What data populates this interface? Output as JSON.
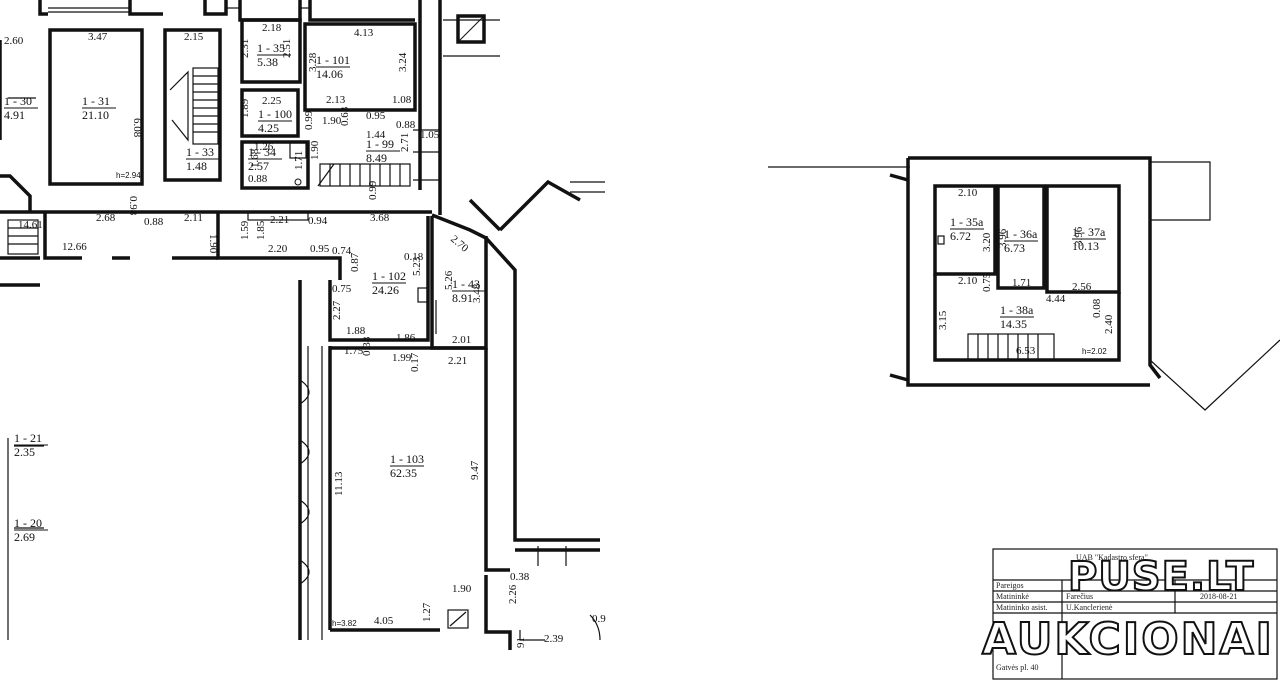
{
  "plan_left": {
    "rooms": [
      {
        "id": "1 - 31",
        "area": "21.10"
      },
      {
        "id": "1 - 30",
        "area": "4.91"
      },
      {
        "id": "1 - 35",
        "area": "5.38"
      },
      {
        "id": "1 - 101",
        "area": "14.06"
      },
      {
        "id": "1 - 100",
        "area": "4.25"
      },
      {
        "id": "1 - 33",
        "area": "1.48"
      },
      {
        "id": "1 - 34",
        "area": "2.57"
      },
      {
        "id": "1 - 99",
        "area": "8.49"
      },
      {
        "id": "1 - 102",
        "area": "24.26"
      },
      {
        "id": "1 - 43",
        "area": "8.91"
      },
      {
        "id": "1 - 103",
        "area": "62.35"
      },
      {
        "id": "1 - 21",
        "area": "2.35"
      },
      {
        "id": "1 - 20",
        "area": "2.69"
      }
    ],
    "dims": [
      "2.60",
      "3.47",
      "2.15",
      "2.18",
      "4.13",
      "6.08",
      "2.31",
      "2.51",
      "3.28",
      "3.24",
      "2.13",
      "1.08",
      "2.25",
      "1.89",
      "0.99",
      "1.90",
      "0.63",
      "0.95",
      "1.44",
      "0.88",
      "1.05",
      "2.71",
      "1.26",
      "1.68",
      "1.71",
      "0.88",
      "1.90",
      "h=2.94",
      "0.99",
      "14.61",
      "2.68",
      "0.88",
      "2.11",
      "0.98",
      "0.94",
      "3.68",
      "12.66",
      "1.90",
      "1.59",
      "1.85",
      "2.21",
      "2.20",
      "0.95",
      "0.74",
      "0.18",
      "2.70",
      "0.87",
      "5.23",
      "5.26",
      "3.48",
      "0.75",
      "2.27",
      "1.88",
      "1.86",
      "2.01",
      "1.75",
      "0.38",
      "1.99",
      "2.21",
      "0.17",
      "11.13",
      "9.47",
      "1.90",
      "0.38",
      "2.26",
      "h=3.82",
      "4.05",
      "1.27",
      "2.39",
      "0.9",
      "91"
    ]
  },
  "plan_right": {
    "rooms": [
      {
        "id": "1 - 35a",
        "area": "6.72"
      },
      {
        "id": "1 - 36a",
        "area": "6.73"
      },
      {
        "id": "1 - 37a",
        "area": "10.13"
      },
      {
        "id": "1 - 38a",
        "area": "14.35"
      }
    ],
    "dims": [
      "2.10",
      "3.20",
      "3.96",
      "3.96",
      "2.10",
      "0.75",
      "1.71",
      "2.56",
      "4.44",
      "3.15",
      "0.08",
      "2.40",
      "6.53",
      "h=2.02"
    ]
  },
  "title_block": {
    "company": "UAB \"Kadastro sfera\"",
    "row1_label": "Pareigos",
    "row2_label": "Matininkė",
    "row2_value": "Farečius",
    "row3_label": "Matininko asist.",
    "row3_value": "U.Kanclerienė",
    "date": "2018-08-21",
    "bottom_label": "Gatvės pl. 40"
  },
  "watermark": {
    "line1": "PUSE.LT",
    "line2": "AUKCIONAI"
  },
  "colors": {
    "line": "#111111",
    "background": "#ffffff"
  }
}
